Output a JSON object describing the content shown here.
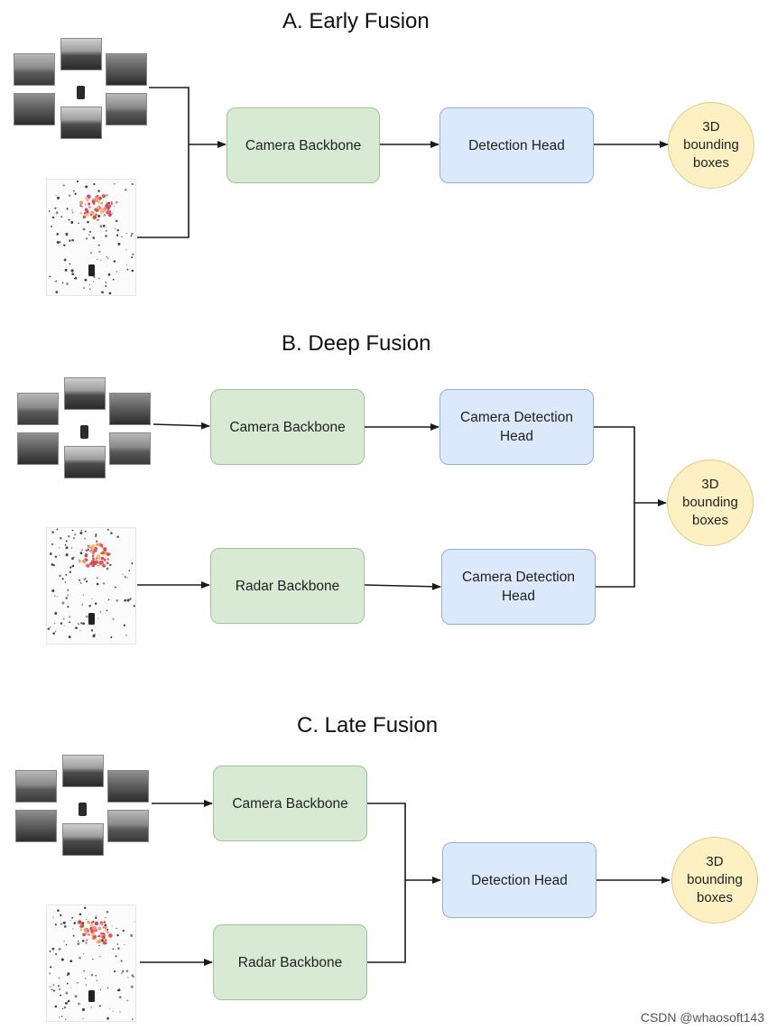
{
  "sections": {
    "early": {
      "title": "A. Early Fusion",
      "backbone": "Camera Backbone",
      "head": "Detection Head",
      "output": "3D bounding boxes"
    },
    "deep": {
      "title": "B. Deep Fusion",
      "camera_backbone": "Camera Backbone",
      "radar_backbone": "Radar Backbone",
      "camera_head": "Camera Detection Head",
      "radar_head": "Camera Detection Head",
      "output": "3D bounding boxes"
    },
    "late": {
      "title": "C. Late Fusion",
      "camera_backbone": "Camera Backbone",
      "radar_backbone": "Radar Backbone",
      "head": "Detection Head",
      "output": "3D bounding boxes"
    }
  },
  "watermark": "CSDN @whaosoft143",
  "colors": {
    "backbone_fill": "#d8ead3",
    "head_fill": "#dce8fb",
    "output_fill": "#fdf0c2",
    "arrow": "#1a1a1a"
  }
}
